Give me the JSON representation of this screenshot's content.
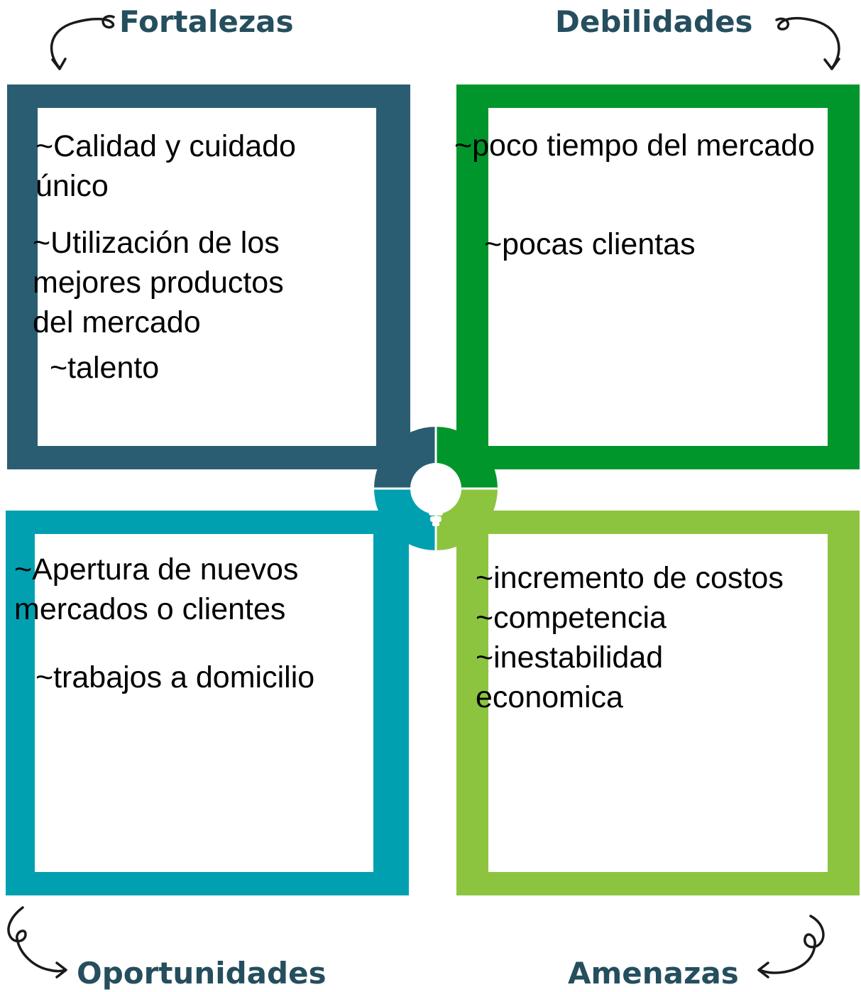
{
  "colors": {
    "fortalezas": "#2a5d72",
    "debilidades": "#00962b",
    "oportunidades": "#00a0b0",
    "amenazas": "#8dc43f",
    "title": "#254e5e"
  },
  "quadrants": {
    "fortalezas": {
      "title": "Fortalezas",
      "items": [
        "~Calidad y cuidado",
        "único",
        "~Utilización de los",
        "mejores productos",
        "del mercado",
        "~talento"
      ]
    },
    "debilidades": {
      "title": "Debilidades",
      "items": [
        "~poco tiempo del mercado",
        "~pocas clientas"
      ]
    },
    "oportunidades": {
      "title": "Oportunidades",
      "items": [
        "~Apertura de nuevos",
        "mercados o clientes",
        "~trabajos a domicilio"
      ]
    },
    "amenazas": {
      "title": "Amenazas",
      "items": [
        "~incremento de costos",
        "~competencia",
        "~inestabilidad",
        "economica"
      ]
    }
  },
  "icons": [
    "lightbulb-icon",
    "curly-arrow-icon"
  ]
}
